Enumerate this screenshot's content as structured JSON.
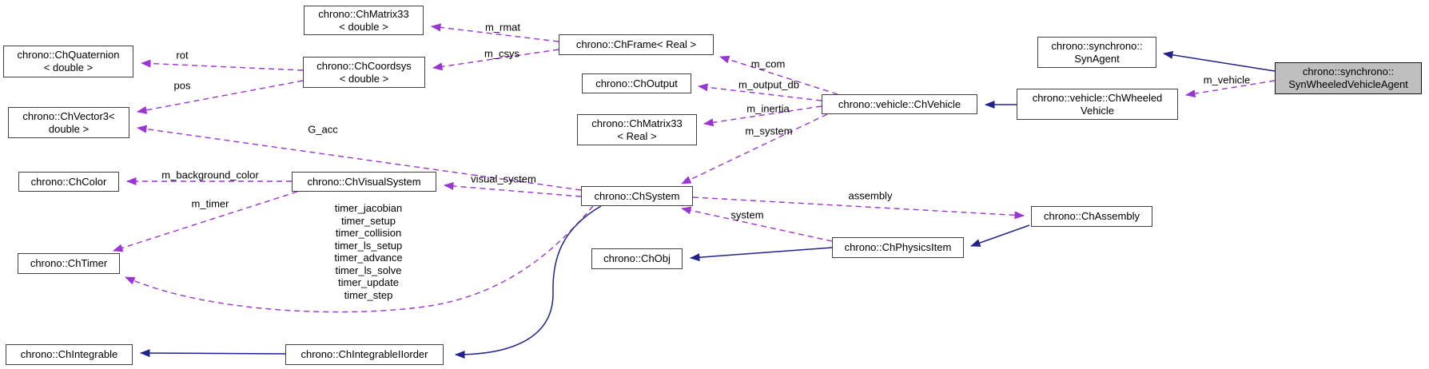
{
  "figure": {
    "type": "doxygen-collaboration-diagram",
    "focus_class": "chrono::synchrono::SynWheeledVehicleAgent"
  },
  "colors": {
    "usage_edge": "#9a34d4",
    "inheritance_edge": "#22228c",
    "highlight_fill": "#bfbfbf",
    "node_border": "#3f3f3f",
    "background": "#ffffff"
  },
  "nodes": {
    "chmatrix33_double": {
      "label": "chrono::ChMatrix33\n< double >"
    },
    "chquaternion_double": {
      "label": "chrono::ChQuaternion\n< double >"
    },
    "chvector3_double": {
      "label": "chrono::ChVector3<\ndouble >"
    },
    "chcoordsys_double": {
      "label": "chrono::ChCoordsys\n< double >"
    },
    "chframe_real": {
      "label": "chrono::ChFrame< Real >"
    },
    "choutput": {
      "label": "chrono::ChOutput"
    },
    "chmatrix33_real": {
      "label": "chrono::ChMatrix33\n< Real >"
    },
    "chvehicle": {
      "label": "chrono::vehicle::ChVehicle"
    },
    "synagent": {
      "label": "chrono::synchrono::\nSynAgent"
    },
    "chwheeledvehicle": {
      "label": "chrono::vehicle::ChWheeled\nVehicle"
    },
    "synwheeledvehicleagent": {
      "label": "chrono::synchrono::\nSynWheeledVehicleAgent"
    },
    "chcolor": {
      "label": "chrono::ChColor"
    },
    "chvisualsystem": {
      "label": "chrono::ChVisualSystem"
    },
    "chsystem": {
      "label": "chrono::ChSystem"
    },
    "chassembly": {
      "label": "chrono::ChAssembly"
    },
    "chtimer": {
      "label": "chrono::ChTimer"
    },
    "chphysicsitem": {
      "label": "chrono::ChPhysicsItem"
    },
    "chobj": {
      "label": "chrono::ChObj"
    },
    "chintegrable": {
      "label": "chrono::ChIntegrable"
    },
    "chintegrableiiorder": {
      "label": "chrono::ChIntegrableIIorder"
    }
  },
  "edge_labels": {
    "rot": "rot",
    "pos": "pos",
    "m_rmat": "m_rmat",
    "m_csys": "m_csys",
    "m_com": "m_com",
    "m_output_db": "m_output_db",
    "m_inertia": "m_inertia",
    "m_system": "m_system",
    "g_acc": "G_acc",
    "visual_system": "visual_system",
    "m_background_color": "m_background_color",
    "m_timer": "m_timer",
    "timer_group": "timer_jacobian\ntimer_setup\ntimer_collision\ntimer_ls_setup\ntimer_advance\ntimer_ls_solve\ntimer_update\ntimer_step",
    "assembly": "assembly",
    "system": "system",
    "m_vehicle": "m_vehicle"
  }
}
